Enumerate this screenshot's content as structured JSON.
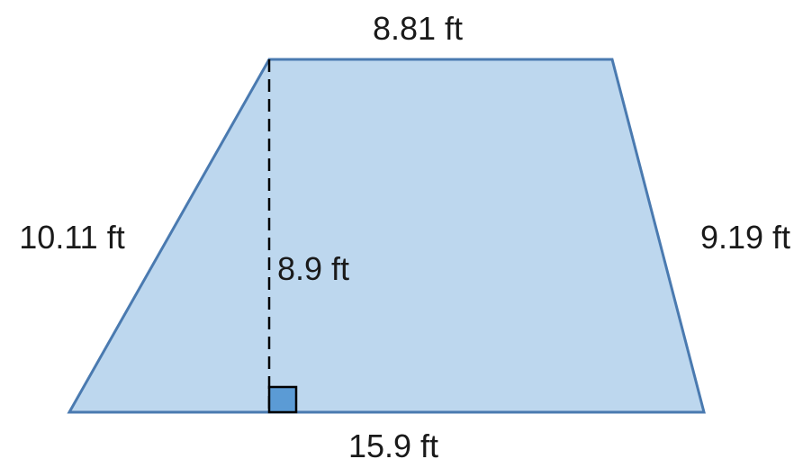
{
  "diagram": {
    "shape": "trapezoid",
    "labels": {
      "top": "8.81 ft",
      "left": "10.11 ft",
      "right": "9.19 ft",
      "height": "8.9 ft",
      "bottom": "15.9 ft"
    },
    "colors": {
      "fill": "#bdd7ee",
      "stroke": "#4a7ab0",
      "right_angle_marker": "#5b9bd5",
      "height_line": "#000000"
    }
  }
}
